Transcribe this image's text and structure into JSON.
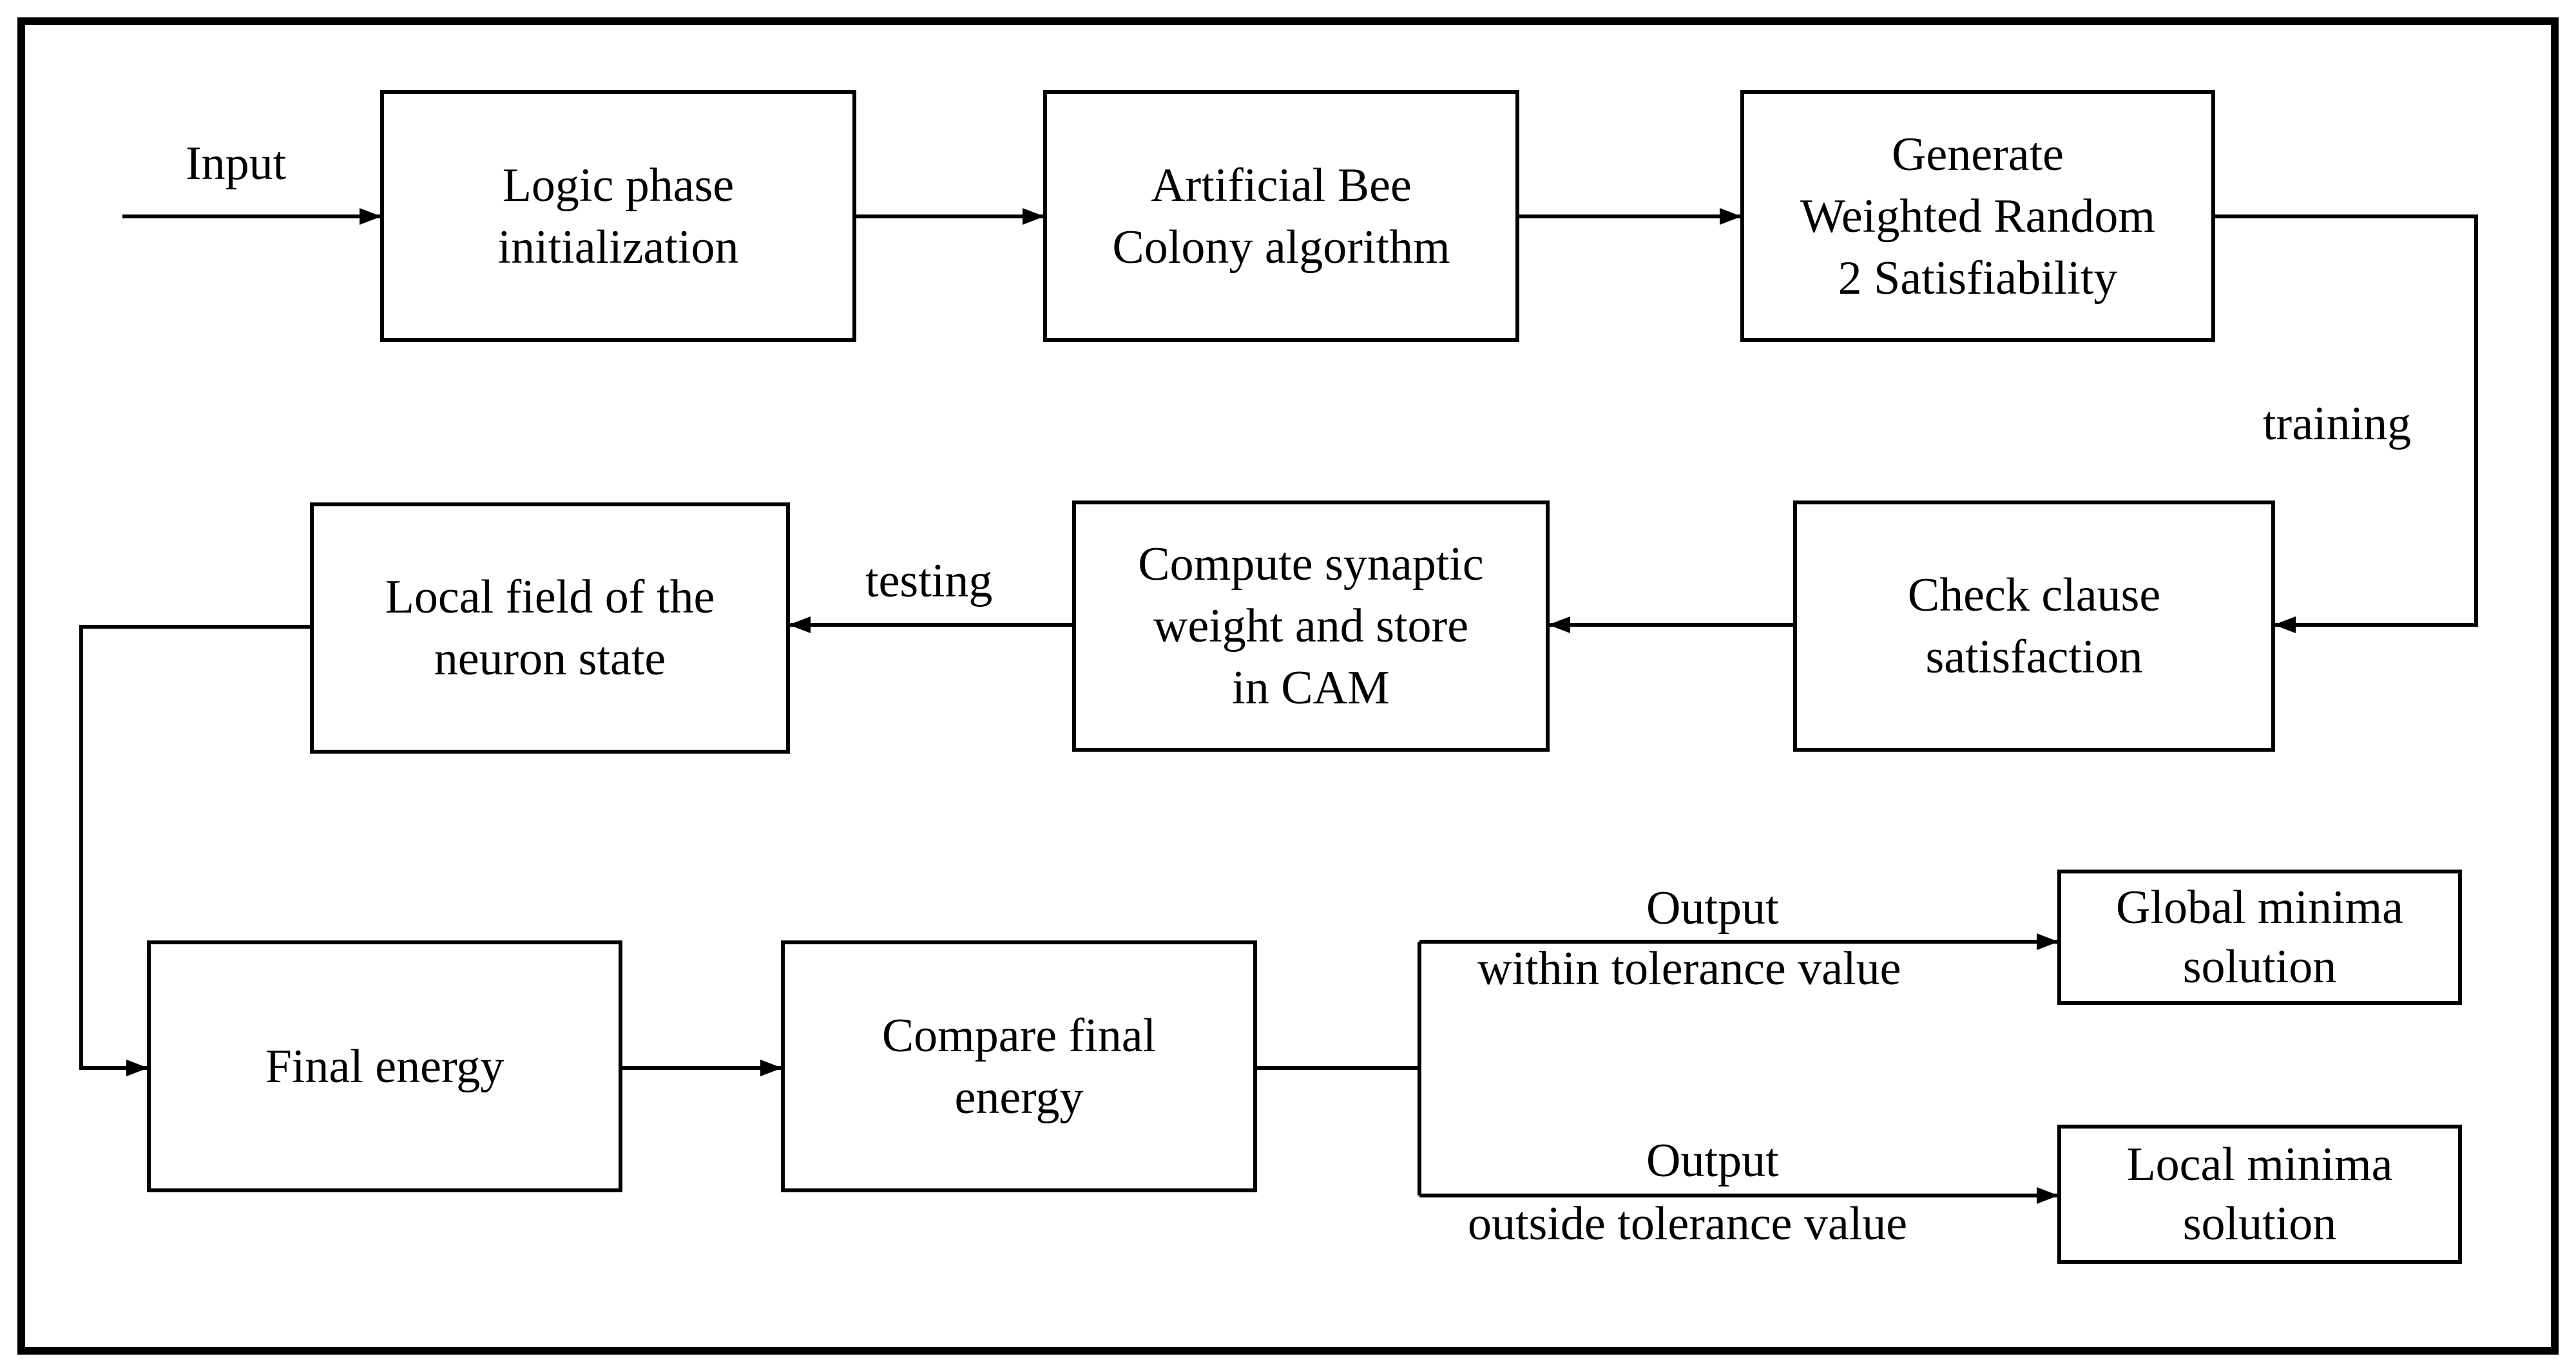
{
  "diagram": {
    "nodes": {
      "logic_phase": "Logic phase\ninitialization",
      "abc": "Artificial Bee\nColony algorithm",
      "generate": "Generate\nWeighted Random\n2 Satisfiability",
      "check_clause": "Check clause\nsatisfaction",
      "compute_weight": "Compute synaptic\nweight and store\nin CAM",
      "local_field": "Local field of the\nneuron state",
      "final_energy": "Final energy",
      "compare": "Compare final\nenergy",
      "global_minima": "Global minima\nsolution",
      "local_minima": "Local minima\nsolution"
    },
    "labels": {
      "input": "Input",
      "training": "training",
      "testing": "testing",
      "output_top": "Output",
      "within": "within tolerance value",
      "output_bottom": "Output",
      "outside": "outside tolerance value"
    }
  }
}
